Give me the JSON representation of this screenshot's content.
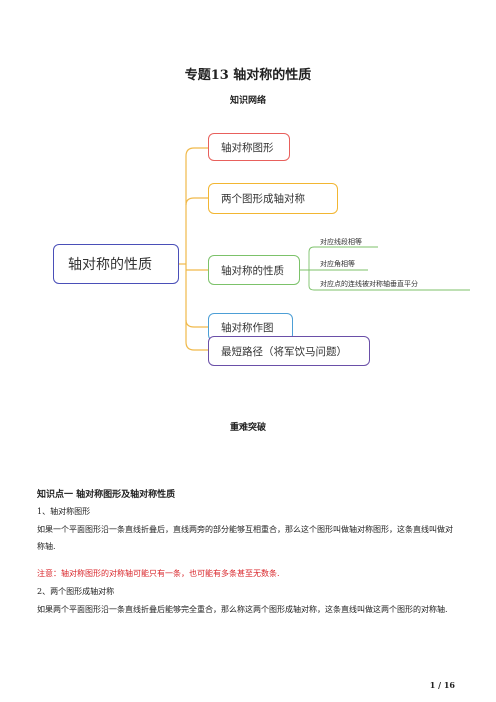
{
  "doc": {
    "title": "专题13  轴对称的性质",
    "subtitle": "知识网络",
    "section_title": "重难突破",
    "knowledge_point": "知识点一    轴对称图形及轴对称性质",
    "paragraphs": [
      "1、轴对称图形",
      "如果一个平面图形沿一条直线折叠后，直线两旁的部分能够互相重合，那么这个图形叫做轴对称图形，这条直线叫做对称轴.",
      "注意：轴对称图形的对称轴可能只有一条，也可能有多条甚至无数条.",
      "2、两个图形成轴对称",
      "如果两个平面图形沿一条直线折叠后能够完全重合，那么称这两个图形成轴对称，这条直线叫做这两个图形的对称轴."
    ],
    "page_number": "1 / 16"
  },
  "mindmap": {
    "root": "轴对称的性质",
    "branches": [
      {
        "label": "轴对称图形",
        "color": "#e8605c"
      },
      {
        "label": "两个图形成轴对称",
        "color": "#f2b632"
      },
      {
        "label": "轴对称的性质",
        "color": "#7cc26a"
      },
      {
        "label": "轴对称作图",
        "color": "#4d9fd6"
      },
      {
        "label": "最短路径（将军饮马问题）",
        "color": "#6a4fa8"
      }
    ],
    "sub_branches": [
      "对应线段相等",
      "对应角相等",
      "对应点的连线被对称轴垂直平分"
    ],
    "connector_color": "#f0b94a",
    "sub_connector_color": "#7cc26a"
  }
}
